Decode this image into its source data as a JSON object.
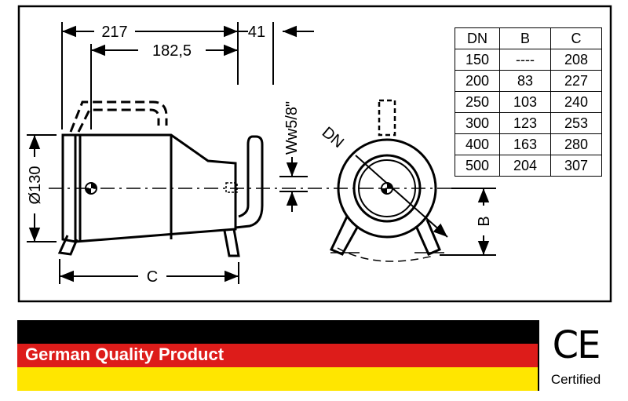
{
  "dimensions": {
    "top_overall": "217",
    "top_inner": "182,5",
    "top_right": "41",
    "diameter": "Ø130",
    "thread": "Ww5/8\"",
    "length": "C",
    "dn": "DN",
    "height": "B"
  },
  "table": {
    "headers": [
      "DN",
      "B",
      "C"
    ],
    "rows": [
      [
        "150",
        "----",
        "208"
      ],
      [
        "200",
        "83",
        "227"
      ],
      [
        "250",
        "103",
        "240"
      ],
      [
        "300",
        "123",
        "253"
      ],
      [
        "400",
        "163",
        "280"
      ],
      [
        "500",
        "204",
        "307"
      ]
    ]
  },
  "banner": {
    "text": "German Quality Product",
    "ce_mark": "CE",
    "ce_label": "Certified"
  },
  "colors": {
    "black": "#000000",
    "red": "#dd1c1a",
    "yellow": "#ffe600"
  }
}
